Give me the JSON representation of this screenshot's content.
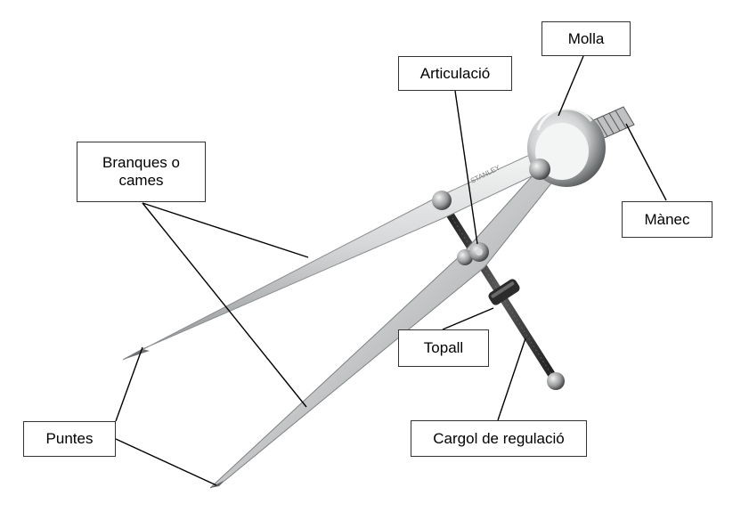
{
  "labels": {
    "molla": "Molla",
    "articulacio": "Articulació",
    "branques": "Branques o\ncames",
    "manec": "Mànec",
    "topall": "Topall",
    "puntes": "Puntes",
    "cargol": "Cargol de regulació"
  },
  "engraving": "STANLEY",
  "colors": {
    "background": "#ffffff",
    "steel_light": "#e3e4e4",
    "steel_mid": "#b9bbbc",
    "steel_dark": "#6f7274",
    "screw_dark": "#2b2b2b",
    "leader_line": "#000000",
    "box_border": "#333333"
  }
}
